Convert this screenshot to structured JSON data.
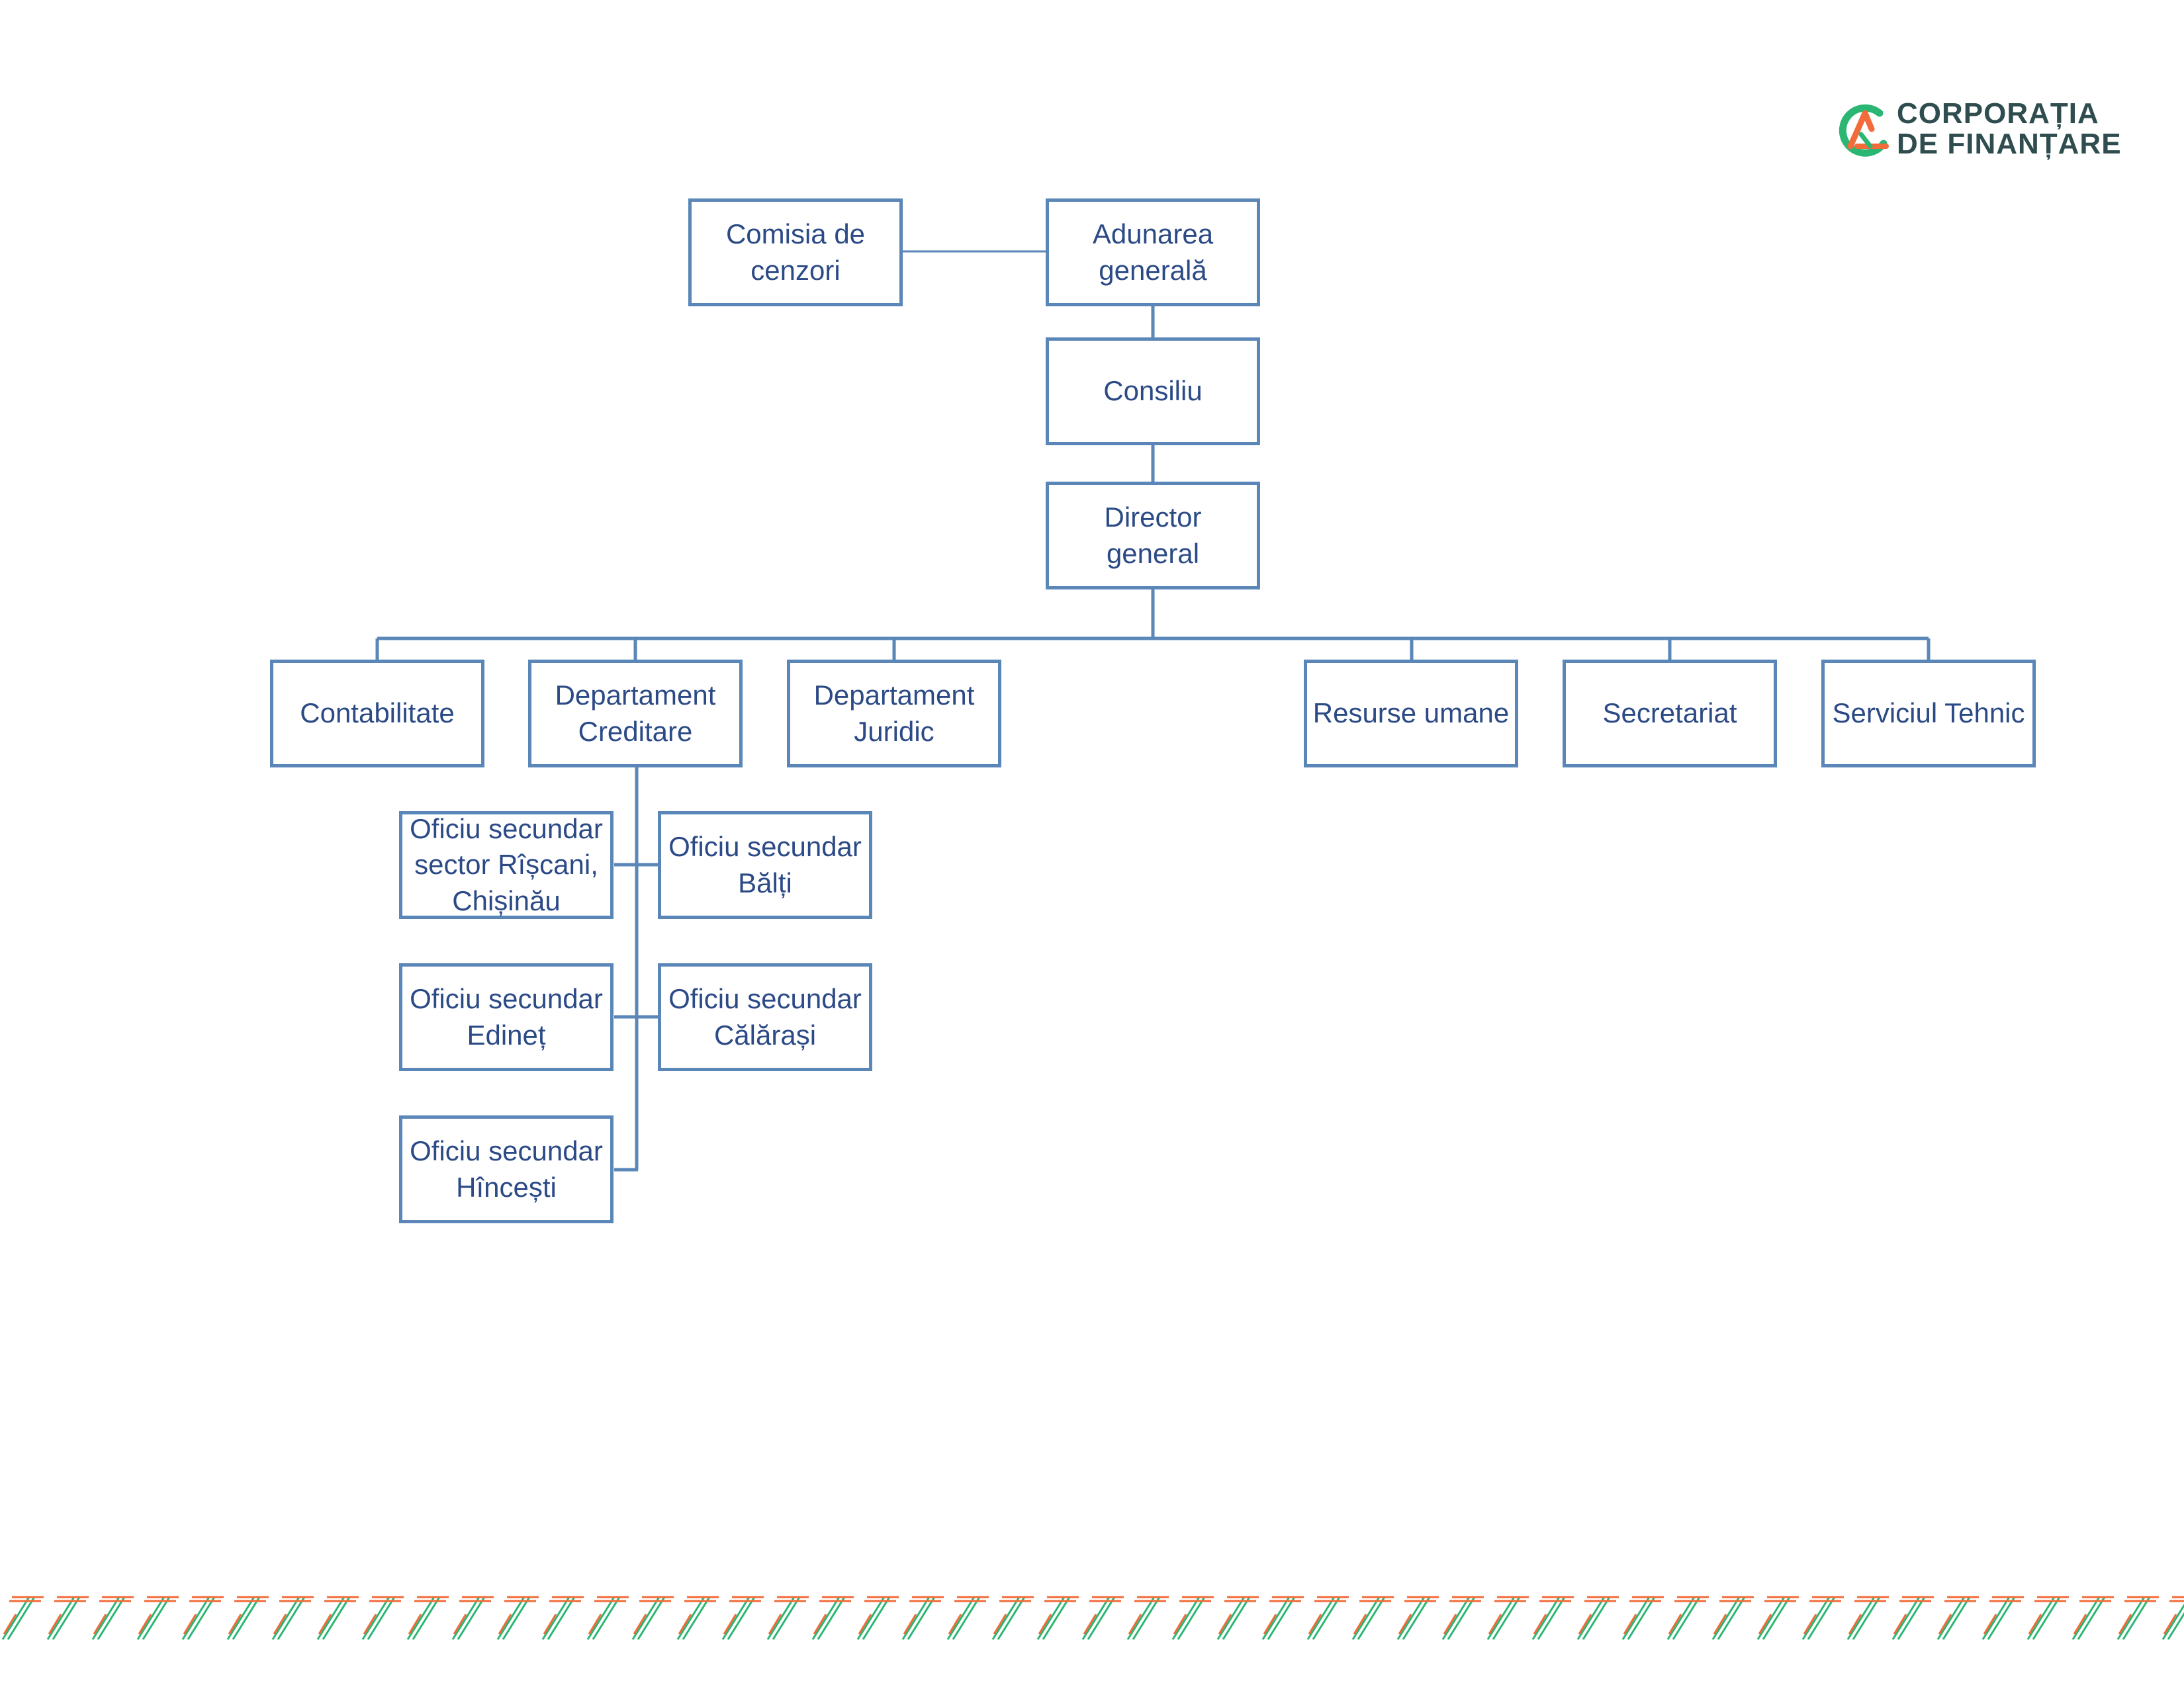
{
  "logo": {
    "line1": "CORPORAȚIA",
    "line2": "DE FINANȚARE",
    "colors": {
      "green": "#2bb673",
      "orange": "#f26b3a",
      "text": "#2f4d4f"
    }
  },
  "colors": {
    "box_border": "#5a86b8",
    "box_text": "#2b4a86",
    "connector": "#5a86b8"
  },
  "nodes": {
    "comisia": "Comisia de\ncenzori",
    "adunarea": "Adunarea\ngenerală",
    "consiliu": "Consiliu",
    "director": "Director\ngeneral",
    "contabilitate": "Contabilitate",
    "dep_creditare": "Departament\nCreditare",
    "dep_juridic": "Departament\nJuridic",
    "resurse": "Resurse umane",
    "secretariat": "Secretariat",
    "serviciul": "Serviciul Tehnic",
    "of_riscani": "Oficiu secundar\nsector Rîșcani,\nChișinău",
    "of_balti": "Oficiu secundar\nBălți",
    "of_edinet": "Oficiu secundar\nEdineț",
    "of_calarasi": "Oficiu secundar\nCălărași",
    "of_hincesti": "Oficiu secundar\nHîncești"
  }
}
